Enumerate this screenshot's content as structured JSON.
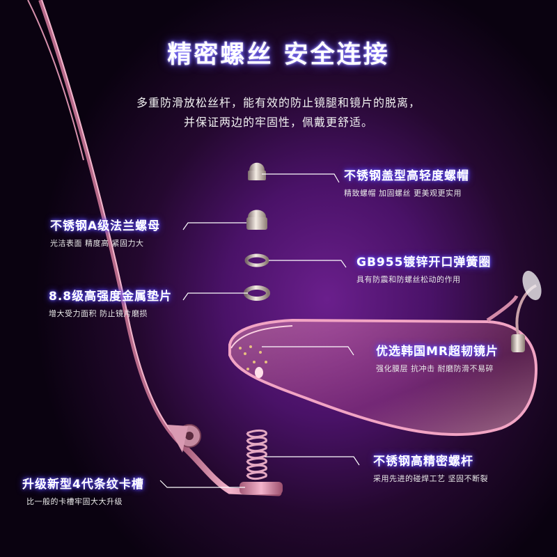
{
  "title": "精密螺丝  安全连接",
  "subtitle_line1": "多重防滑放松丝杆，能有效的防止镜腿和镜片的脱离，",
  "subtitle_line2": "并保证两边的牢固性，佩戴更舒适。",
  "parts": {
    "cap_nut": {
      "name": "不锈钢盖型高轻度螺帽",
      "desc": "精致螺帽  加固螺丝  更美观更实用"
    },
    "flange_nut": {
      "name": "不锈钢A级法兰螺母",
      "desc": "光洁表面  精度高  紧固力大"
    },
    "spring_washer": {
      "name": "GB955镀锌开口弹簧圈",
      "desc": "具有防震和防螺丝松动的作用"
    },
    "metal_washer": {
      "name": "8.8级高强度金属垫片",
      "desc": "增大受力面积  防止镜片磨损"
    },
    "lens": {
      "name": "优选韩国MR超韧镜片",
      "desc": "强化膜层  抗冲击  耐磨防滑不易碎"
    },
    "screw_rod": {
      "name": "不锈钢高精密螺杆",
      "desc": "采用先进的碰焊工艺  坚固不断裂"
    },
    "groove": {
      "name": "升级新型4代条纹卡槽",
      "desc": "比一般的卡槽牢固大大升级"
    }
  },
  "colors": {
    "background_center": "#6a1f8c",
    "glow": "#5a4cff",
    "frame_pink": "#d98aa8",
    "lens_pink": "#f0a8c4"
  }
}
